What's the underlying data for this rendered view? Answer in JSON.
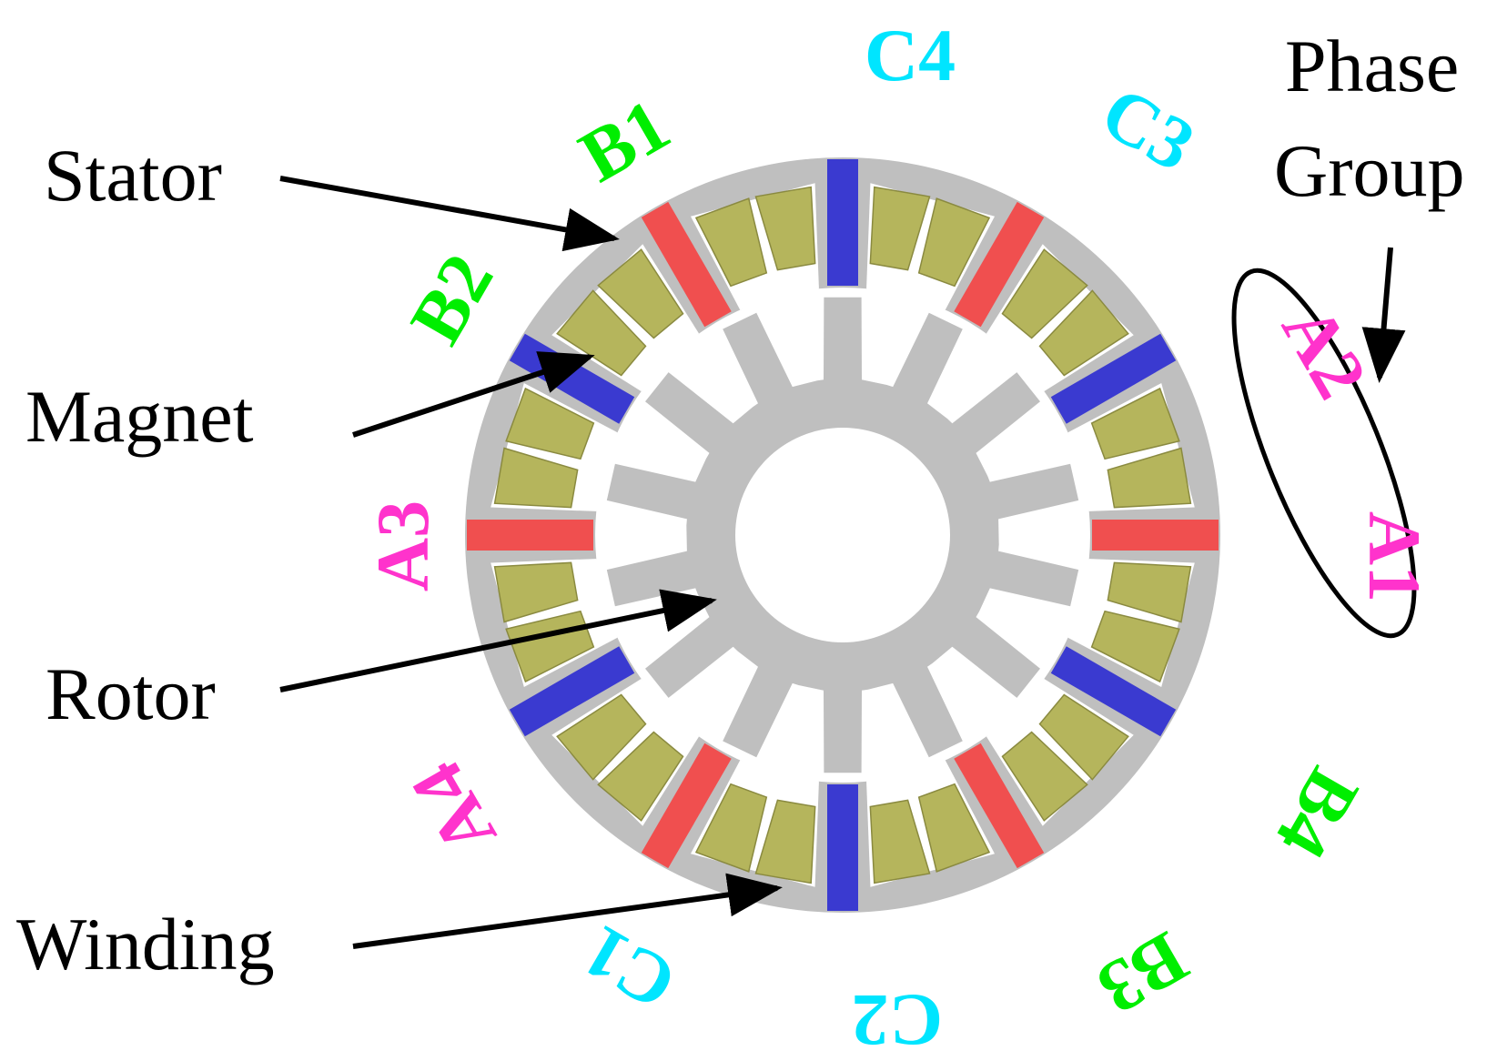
{
  "labels": {
    "stator": "Stator",
    "magnet": "Magnet",
    "rotor": "Rotor",
    "winding": "Winding",
    "phase_group_line1": "Phase",
    "phase_group_line2": "Group"
  },
  "coils": [
    {
      "id": "A1",
      "text": "A1",
      "phase": "A"
    },
    {
      "id": "A2",
      "text": "A2",
      "phase": "A"
    },
    {
      "id": "A3",
      "text": "A3",
      "phase": "A"
    },
    {
      "id": "A4",
      "text": "A4",
      "phase": "A"
    },
    {
      "id": "B1",
      "text": "B1",
      "phase": "B"
    },
    {
      "id": "B2",
      "text": "B2",
      "phase": "B"
    },
    {
      "id": "B3",
      "text": "B3",
      "phase": "B"
    },
    {
      "id": "B4",
      "text": "B4",
      "phase": "B"
    },
    {
      "id": "C1",
      "text": "C1",
      "phase": "C"
    },
    {
      "id": "C2",
      "text": "C2",
      "phase": "C"
    },
    {
      "id": "C3",
      "text": "C3",
      "phase": "C"
    },
    {
      "id": "C4",
      "text": "C4",
      "phase": "C"
    }
  ],
  "colors": {
    "phase_A": "#ff33cc",
    "phase_B": "#00ee00",
    "phase_C": "#00e5ff",
    "iron": "#bfbfbf",
    "winding": "#b5b55c",
    "magnet_red": "#f04f4f",
    "magnet_blue": "#3a3ad0"
  },
  "machine": {
    "stator_segments": 12,
    "rotor_teeth": 14
  }
}
